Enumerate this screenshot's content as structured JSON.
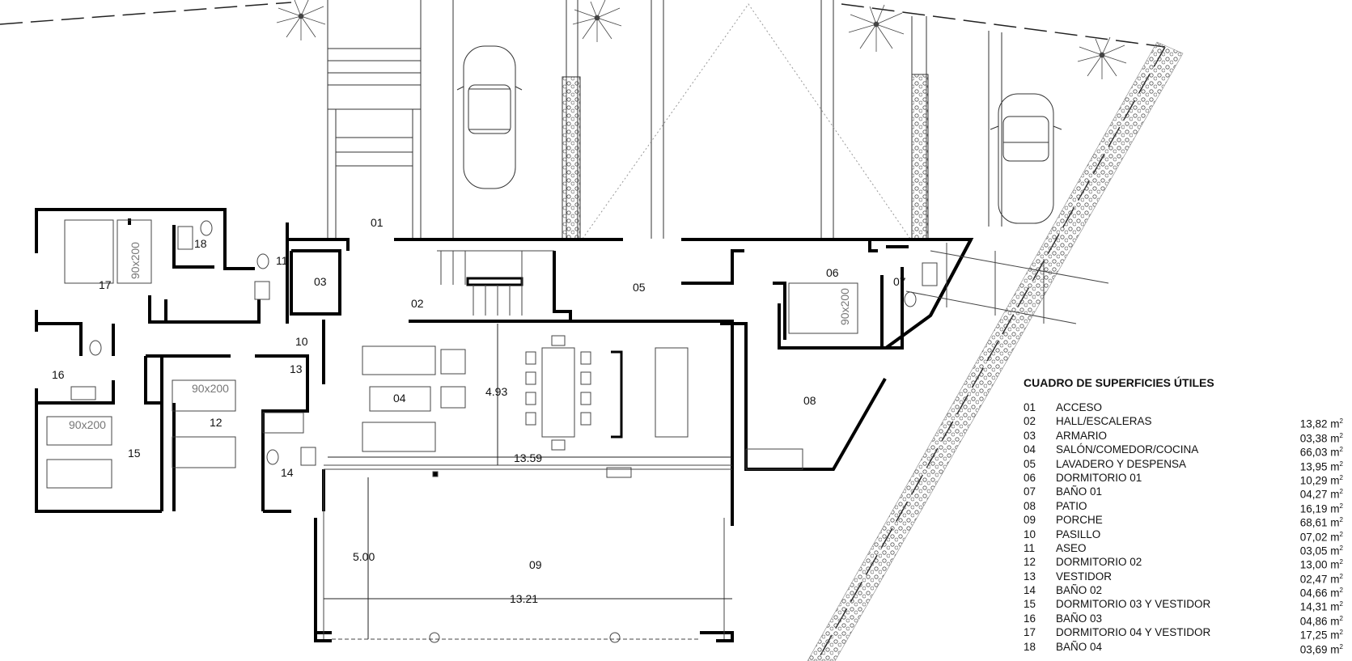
{
  "room_labels": {
    "r01": "01",
    "r02": "02",
    "r03": "03",
    "r04": "04",
    "r05": "05",
    "r06": "06",
    "r07": "07",
    "r08": "08",
    "r09": "09",
    "r10": "10",
    "r11": "11",
    "r12": "12",
    "r13": "13",
    "r14": "14",
    "r15": "15",
    "r16": "16",
    "r17": "17",
    "r18": "18"
  },
  "dimensions": {
    "d_493": "4.93",
    "d_1359": "13.59",
    "d_500": "5.00",
    "d_1321": "13.21"
  },
  "bed_labels": {
    "b17": "90x200",
    "b06": "90x200",
    "b12": "90x200",
    "b15": "90x200"
  },
  "legend": {
    "title": "CUADRO DE SUPERFICIES ÚTILES",
    "unit_exp": "2",
    "rows": [
      {
        "n": "01",
        "name": "ACCESO",
        "area": "",
        "unit": ""
      },
      {
        "n": "02",
        "name": "HALL/ESCALERAS",
        "area": "13,82",
        "unit": "m"
      },
      {
        "n": "03",
        "name": "ARMARIO",
        "area": "03,38",
        "unit": "m"
      },
      {
        "n": "04",
        "name": "SALÓN/COMEDOR/COCINA",
        "area": "66,03",
        "unit": "m"
      },
      {
        "n": "05",
        "name": "LAVADERO Y DESPENSA",
        "area": "13,95",
        "unit": "m"
      },
      {
        "n": "06",
        "name": "DORMITORIO 01",
        "area": "10,29",
        "unit": "m"
      },
      {
        "n": "07",
        "name": "BAÑO 01",
        "area": "04,27",
        "unit": "m"
      },
      {
        "n": "08",
        "name": "PATIO",
        "area": "16,19",
        "unit": "m"
      },
      {
        "n": "09",
        "name": "PORCHE",
        "area": "68,61",
        "unit": "m"
      },
      {
        "n": "10",
        "name": "PASILLO",
        "area": "07,02",
        "unit": "m"
      },
      {
        "n": "11",
        "name": "ASEO",
        "area": "03,05",
        "unit": "m"
      },
      {
        "n": "12",
        "name": "DORMITORIO 02",
        "area": "13,00",
        "unit": "m"
      },
      {
        "n": "13",
        "name": "VESTIDOR",
        "area": "02,47",
        "unit": "m"
      },
      {
        "n": "14",
        "name": "BAÑO 02",
        "area": "04,66",
        "unit": "m"
      },
      {
        "n": "15",
        "name": "DORMITORIO 03 Y VESTIDOR",
        "area": "14,31",
        "unit": "m"
      },
      {
        "n": "16",
        "name": "BAÑO 03",
        "area": "04,86",
        "unit": "m"
      },
      {
        "n": "17",
        "name": "DORMITORIO 04 Y VESTIDOR",
        "area": "17,25",
        "unit": "m"
      },
      {
        "n": "18",
        "name": "BAÑO 04",
        "area": "03,69",
        "unit": "m"
      }
    ]
  }
}
